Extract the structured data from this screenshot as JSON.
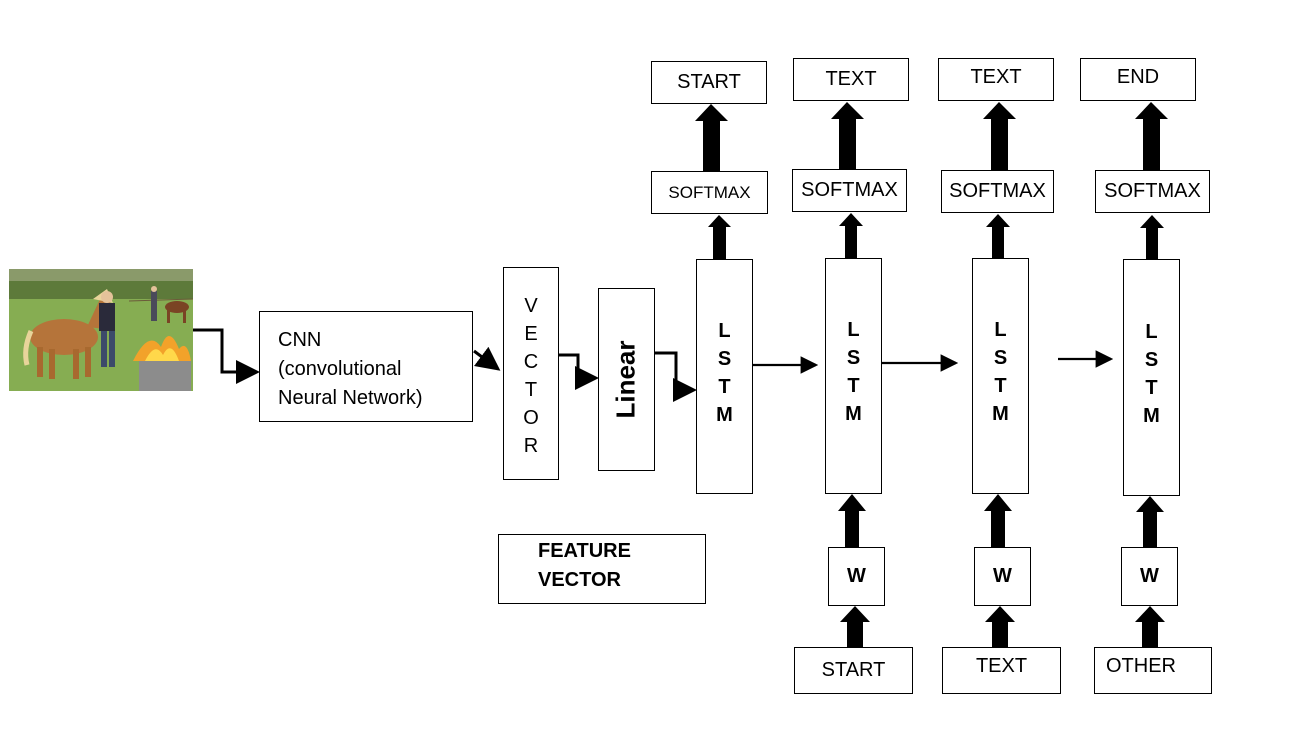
{
  "image": {
    "icon": "horse-photo-image"
  },
  "cnn": {
    "line1": "CNN",
    "line2": "(convolutional",
    "line3": "Neural Network)"
  },
  "vector": {
    "letters": [
      "V",
      "E",
      "C",
      "T",
      "O",
      "R"
    ]
  },
  "linear": {
    "label": "Linear"
  },
  "feature_vector": {
    "line1": "FEATURE",
    "line2": "VECTOR"
  },
  "lstm": {
    "letters": [
      "L",
      "S",
      "T",
      "M"
    ]
  },
  "columns": [
    {
      "output": "START",
      "softmax": "SOFTMAX"
    },
    {
      "output": "TEXT",
      "softmax": "SOFTMAX",
      "w": "W",
      "input": "START"
    },
    {
      "output": "TEXT",
      "softmax": "SOFTMAX",
      "w": "W",
      "input": "TEXT"
    },
    {
      "output": "END",
      "softmax": "SOFTMAX",
      "w": "W",
      "input": "OTHER"
    }
  ]
}
